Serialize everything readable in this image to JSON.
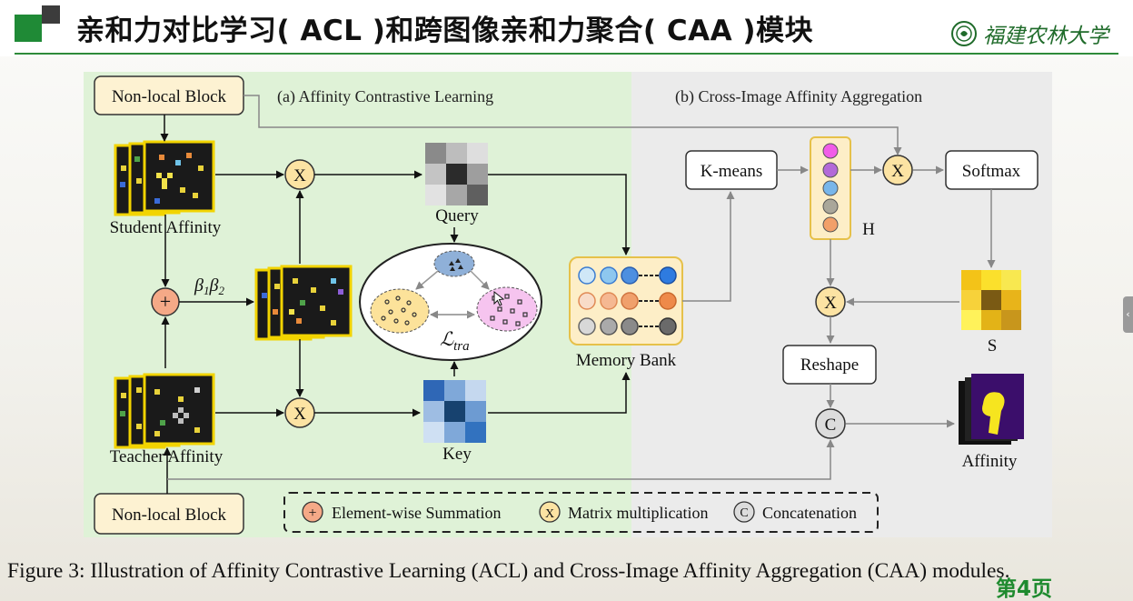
{
  "slide": {
    "title": "亲和力对比学习( ACL )和跨图像亲和力聚合( CAA )模块",
    "university": "福建农林大学",
    "page_number": "第4页",
    "caption": "Figure 3: Illustration of Affinity Contrastive Learning (ACL) and Cross-Image Affinity Aggregation (CAA) modules."
  },
  "colors": {
    "acl_panel": "#dff2d7",
    "caa_panel": "#ebebeb",
    "title_rule": "#2e8b3a",
    "box_fill": "#fdf2d2",
    "box_border": "#c9a654",
    "operator_fill": "#fce3a3",
    "plus_fill": "#f5a987"
  },
  "diagram": {
    "panel_a_title": "(a) Affinity Contrastive Learning",
    "panel_b_title": "(b) Cross-Image Affinity Aggregation",
    "non_local_top": "Non-local Block",
    "non_local_bottom": "Non-local Block",
    "student_affinity": "Student Affinity",
    "teacher_affinity": "Teacher Affinity",
    "beta_b1": "β",
    "beta_s1": "1",
    "beta_b2": "β",
    "beta_s2": "2",
    "query": "Query",
    "key": "Key",
    "loss_main": "ℒ",
    "loss_sub": "tra",
    "memory_bank": "Memory Bank",
    "kmeans": "K-means",
    "softmax": "Softmax",
    "h_label": "H",
    "s_label": "S",
    "reshape": "Reshape",
    "affinity_out": "Affinity",
    "op_multiply": "X",
    "op_plus": "+",
    "op_concat": "C",
    "legend": [
      {
        "symbol": "+",
        "text": "Element-wise Summation"
      },
      {
        "symbol": "X",
        "text": "Matrix multiplication"
      },
      {
        "symbol": "C",
        "text": "Concatenation"
      }
    ]
  }
}
